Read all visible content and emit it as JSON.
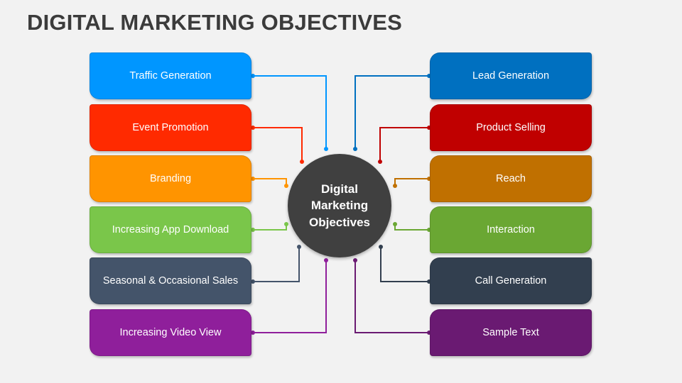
{
  "title": "DIGITAL MARKETING OBJECTIVES",
  "hub": {
    "label": "Digital\nMarketing\nObjectives",
    "color": "#404040"
  },
  "left_items": [
    {
      "label": "Traffic Generation",
      "color": "#0096ff"
    },
    {
      "label": "Event Promotion",
      "color": "#ff2a00"
    },
    {
      "label": "Branding",
      "color": "#ff9400"
    },
    {
      "label": "Increasing App Download",
      "color": "#7ac64a"
    },
    {
      "label": "Seasonal & Occasional Sales",
      "color": "#44546a"
    },
    {
      "label": "Increasing Video View",
      "color": "#8f1f9b"
    }
  ],
  "right_items": [
    {
      "label": "Lead Generation",
      "color": "#0070c0"
    },
    {
      "label": "Product Selling",
      "color": "#c00000"
    },
    {
      "label": "Reach",
      "color": "#c07000"
    },
    {
      "label": "Interaction",
      "color": "#6aa733"
    },
    {
      "label": "Call Generation",
      "color": "#323f4f"
    },
    {
      "label": "Sample Text",
      "color": "#6a1a72"
    }
  ]
}
